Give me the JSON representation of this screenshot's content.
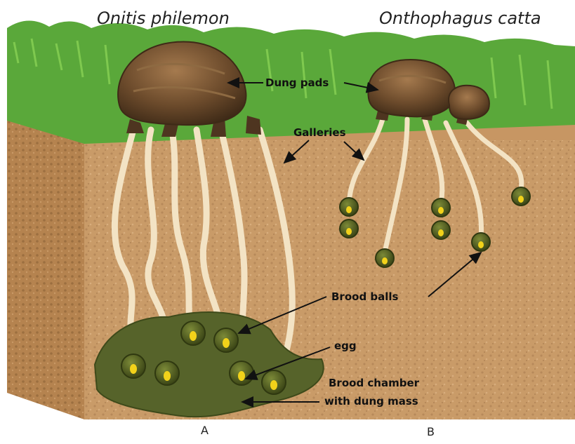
{
  "titles": {
    "left": "Onitis philemon",
    "right": "Onthophagus catta"
  },
  "labels": {
    "dung_pads": "Dung pads",
    "galleries": "Galleries",
    "brood_balls": "Brood balls",
    "egg": "egg",
    "brood_chamber_line1": "Brood chamber",
    "brood_chamber_line2": "with dung mass"
  },
  "panels": {
    "a": "A",
    "b": "B"
  },
  "colors": {
    "grass": "#5aa83a",
    "soil": "#c99b68",
    "soil_side": "#b88651",
    "gallery": "#f3e3c4",
    "dung": "#6b4a2b",
    "dung_mass": "#56632a",
    "brood_ball": "#4d5a1f",
    "egg": "#f2d21a"
  }
}
